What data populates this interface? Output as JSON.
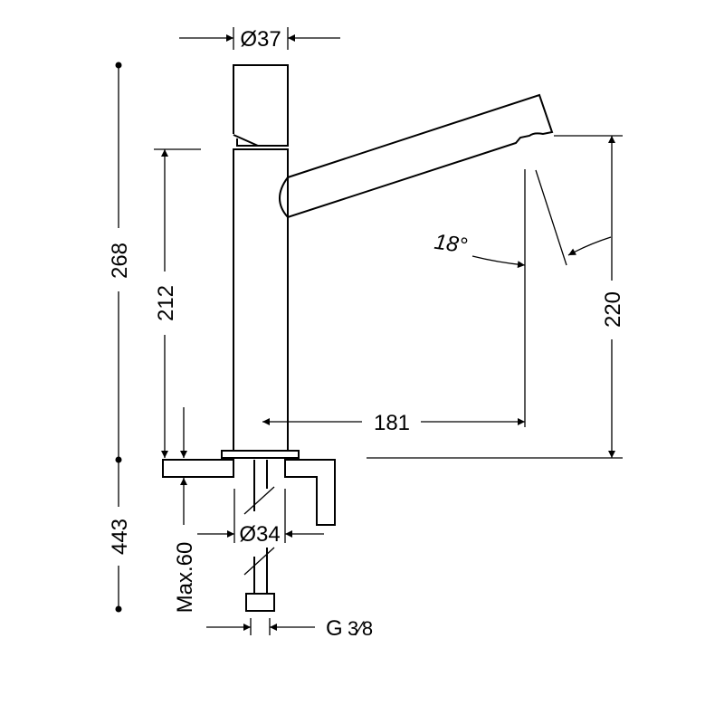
{
  "drawing": {
    "top_diameter": "Ø37",
    "pipe_diameter": "Ø34",
    "total_height": "268",
    "spout_height": "212",
    "outlet_height": "220",
    "spout_reach": "181",
    "spout_angle": "18°",
    "below_counter": "443",
    "max_thickness": "Max.60",
    "connection_prefix": "G",
    "connection_fraction": "3⁄8"
  },
  "colors": {
    "line": "#000000",
    "background": "#ffffff"
  }
}
